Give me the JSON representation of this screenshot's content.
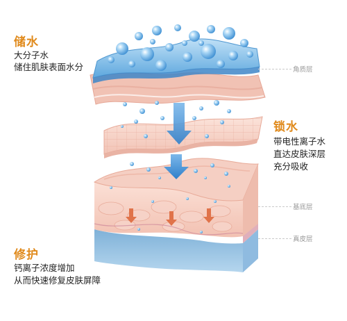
{
  "sections": [
    {
      "title": "储水",
      "lines": [
        "大分子水",
        "储住肌肤表面水分"
      ]
    },
    {
      "title": "锁水",
      "lines": [
        "带电性离子水",
        "直达皮肤深层",
        "充分吸收"
      ]
    },
    {
      "title": "修护",
      "lines": [
        "钙离子浓度增加",
        "从而快速修复皮肤屏障"
      ]
    }
  ],
  "layer_labels": {
    "stratum_corneum": "角质层",
    "basal_layer": "基底层",
    "dermis": "真皮层"
  },
  "colors": {
    "heading": "#e08a1c",
    "water_blue": "#4a9fdc",
    "skin_pink": "#f3c7bd",
    "arrow_blue": "#3d8fd6",
    "arrow_orange": "#e0734a"
  }
}
